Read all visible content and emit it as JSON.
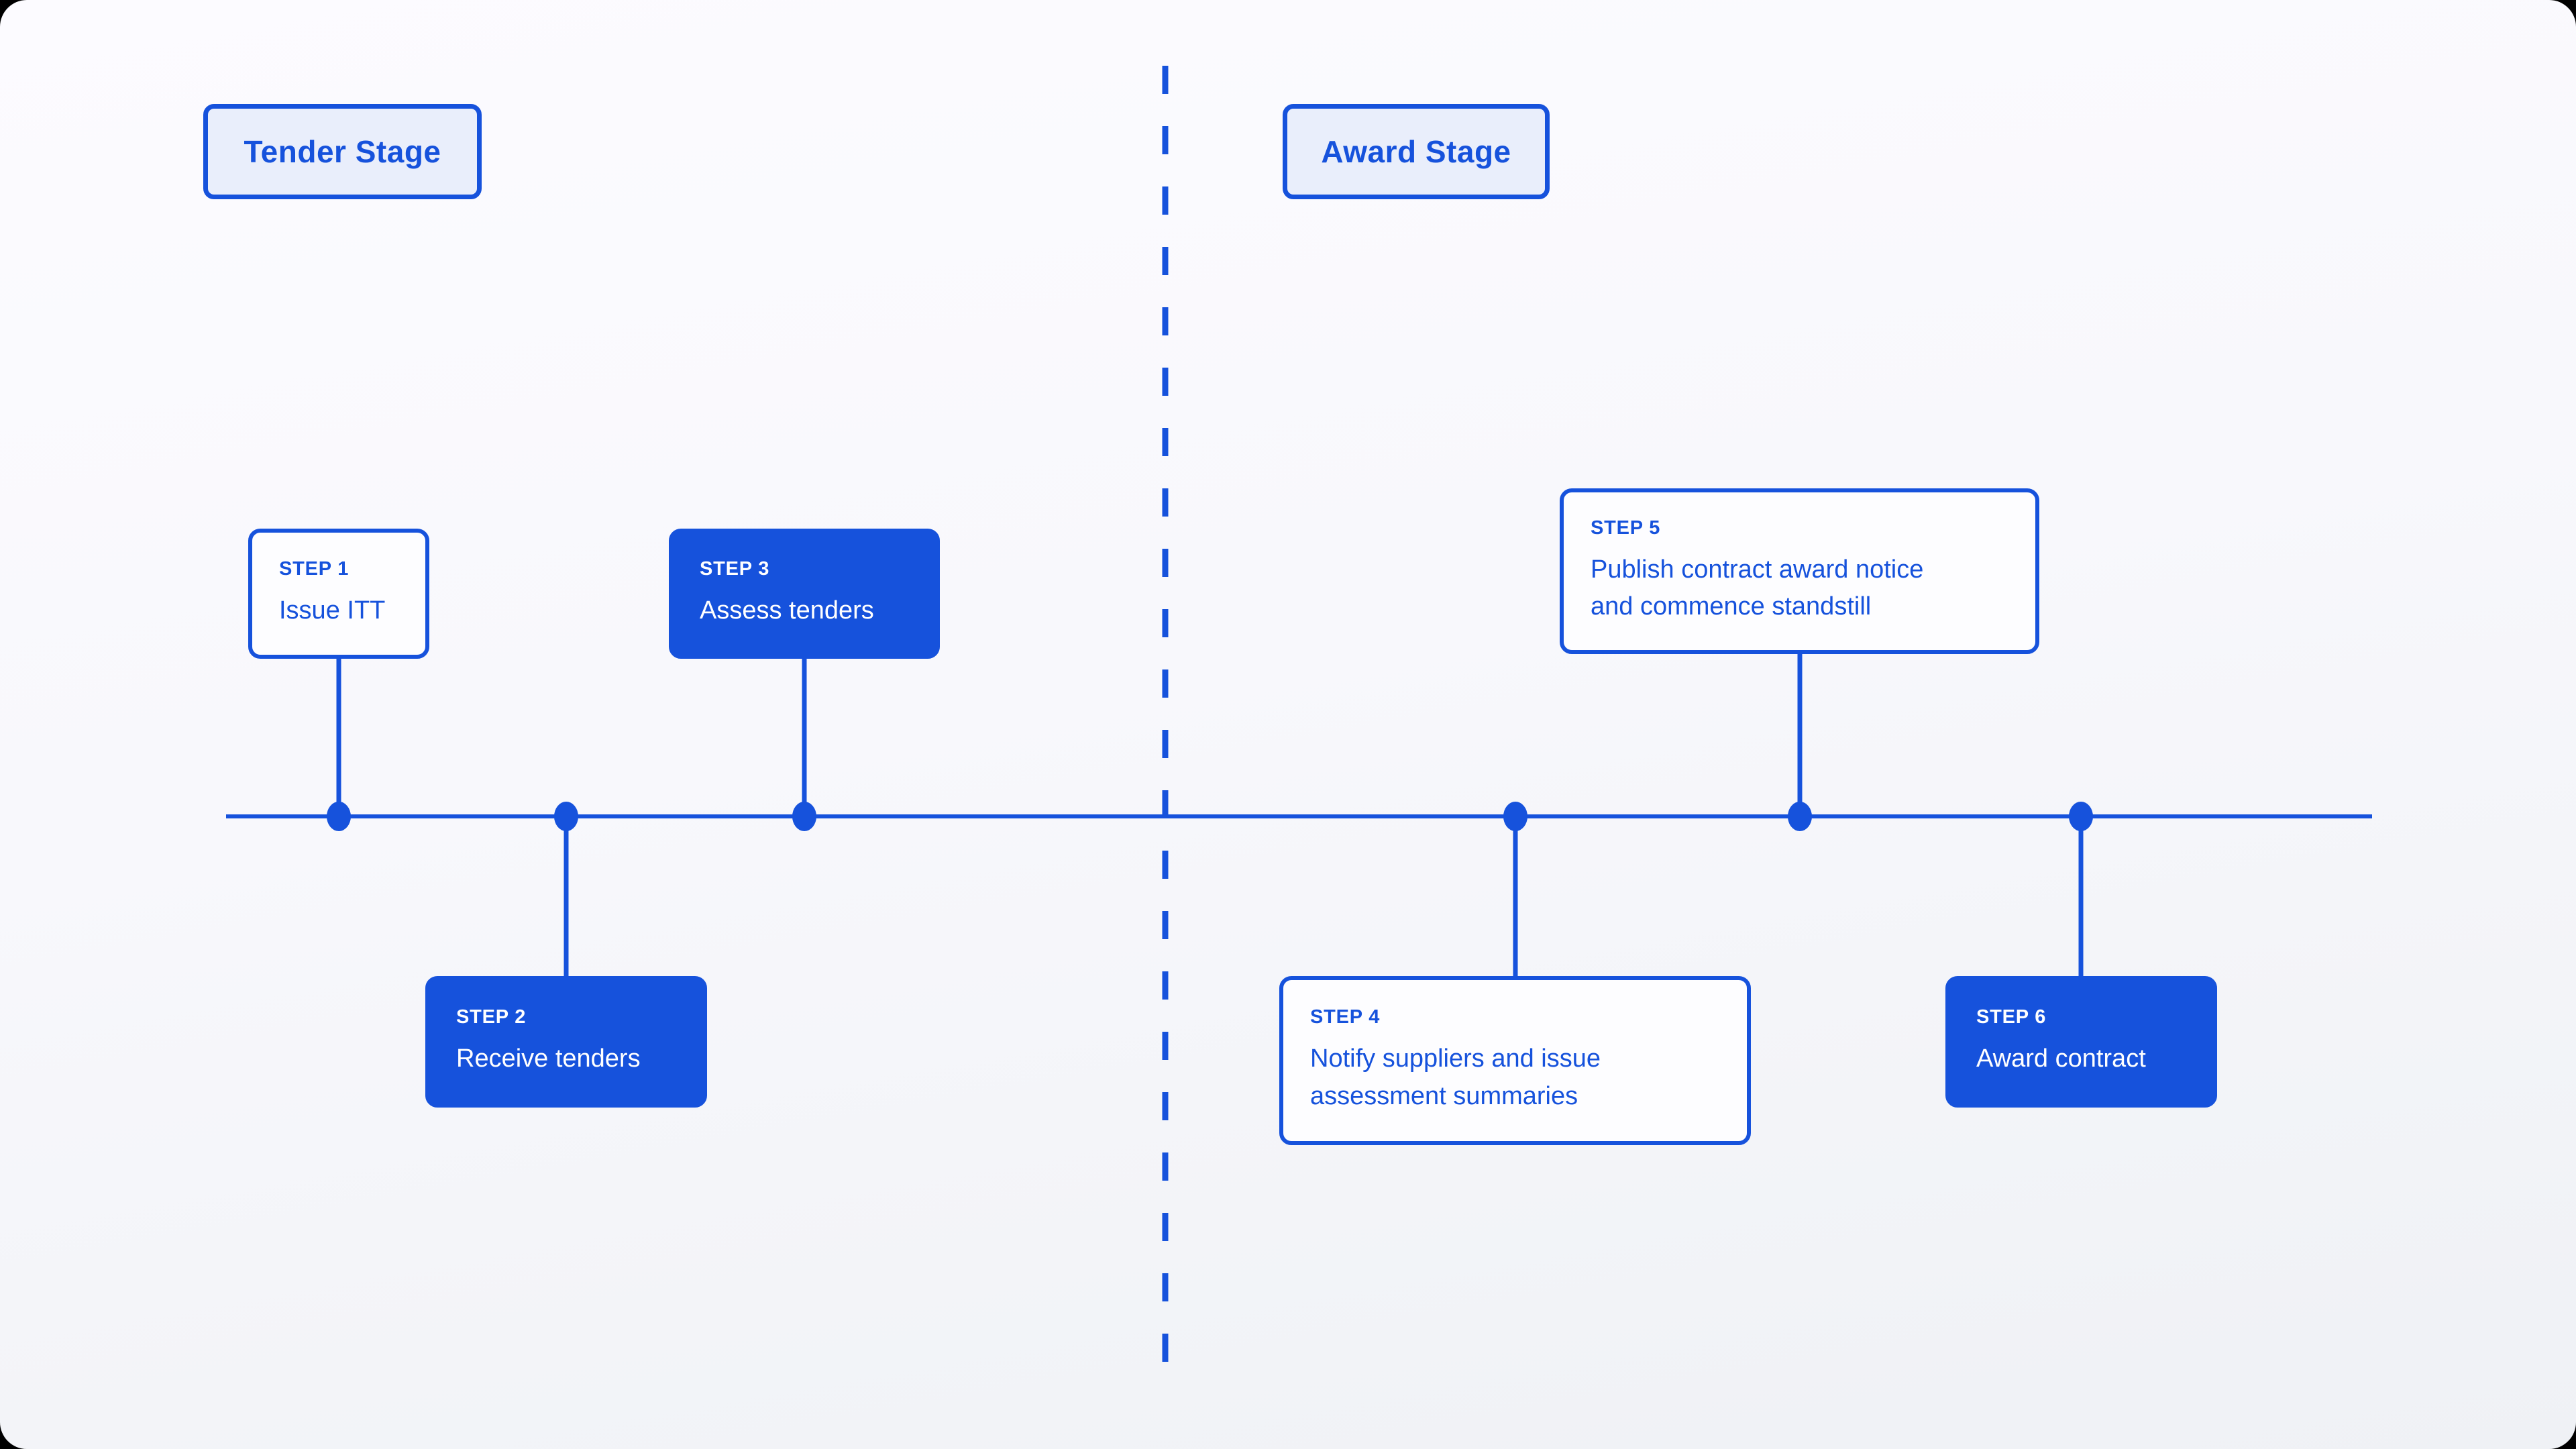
{
  "colors": {
    "accent": "#1652DC",
    "stage_label_bg": "#E9EEFB",
    "card_bg": "#FDFDFF",
    "page_bg_top": "#FCFBFF",
    "page_bg_bottom": "#EFF1F5",
    "frame": "#000000"
  },
  "stages": [
    {
      "label": "Tender Stage"
    },
    {
      "label": "Award Stage"
    }
  ],
  "steps": [
    {
      "step_label": "STEP 1",
      "title": "Issue ITT",
      "variant": "outline",
      "position": "above-line",
      "stage": "Tender Stage"
    },
    {
      "step_label": "STEP 2",
      "title": "Receive tenders",
      "variant": "solid",
      "position": "below-line",
      "stage": "Tender Stage"
    },
    {
      "step_label": "STEP 3",
      "title": "Assess tenders",
      "variant": "solid",
      "position": "above-line",
      "stage": "Tender Stage"
    },
    {
      "step_label": "STEP 4",
      "title": "Notify suppliers and issue\nassessment summaries",
      "variant": "outline",
      "position": "below-line",
      "stage": "Award Stage"
    },
    {
      "step_label": "STEP 5",
      "title": "Publish contract award notice\nand commence standstill",
      "variant": "outline",
      "position": "above-line",
      "stage": "Award Stage"
    },
    {
      "step_label": "STEP 6",
      "title": "Award contract",
      "variant": "solid",
      "position": "below-line",
      "stage": "Award Stage"
    }
  ]
}
